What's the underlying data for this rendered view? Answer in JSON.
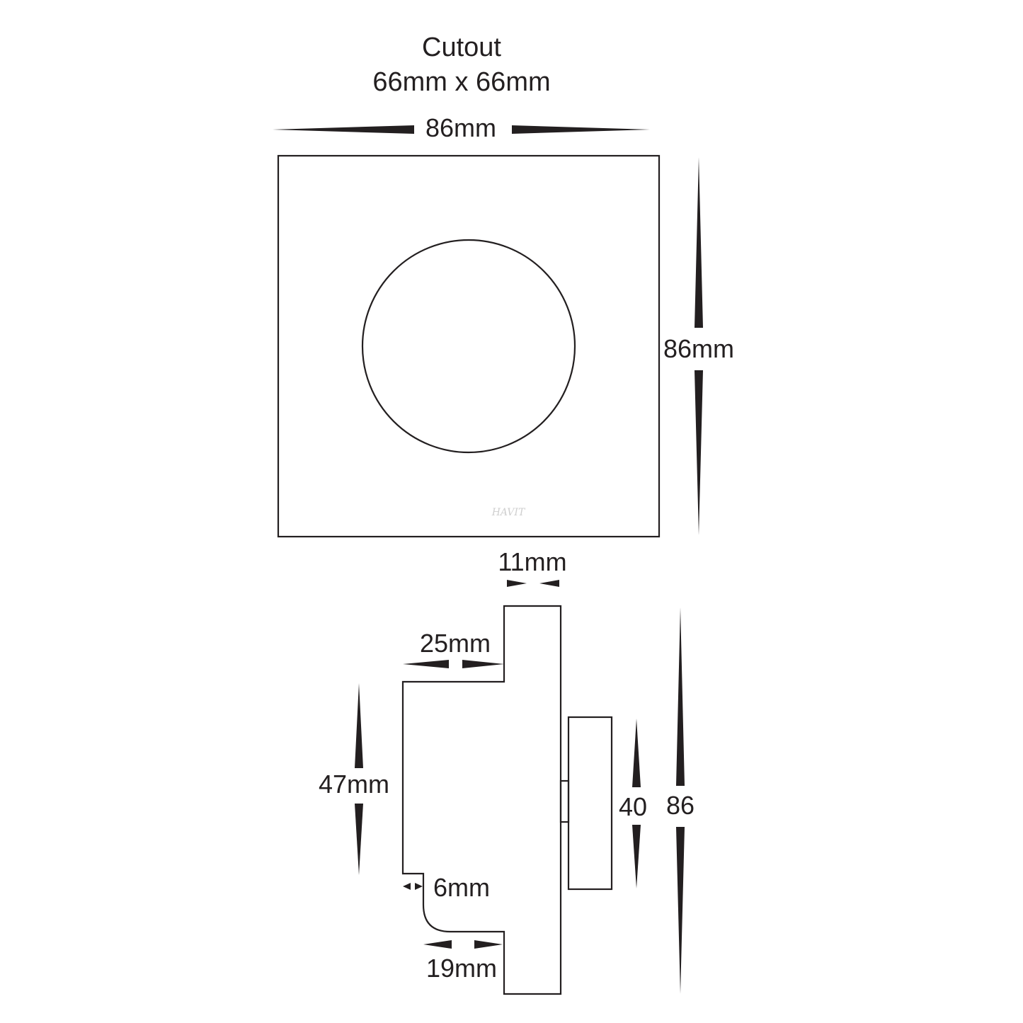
{
  "title": {
    "line1": "Cutout",
    "line2": "66mm x 66mm"
  },
  "front_view": {
    "width_label": "86mm",
    "height_label": "86mm",
    "watermark": "HAVIT"
  },
  "side_view": {
    "depth_label": "11mm",
    "body_label": "25mm",
    "height_label": "47mm",
    "step_label": "6mm",
    "base_label": "19mm",
    "lens_label": "40",
    "total_label": "86"
  },
  "colors": {
    "line": "#231f20",
    "background": "#ffffff"
  }
}
